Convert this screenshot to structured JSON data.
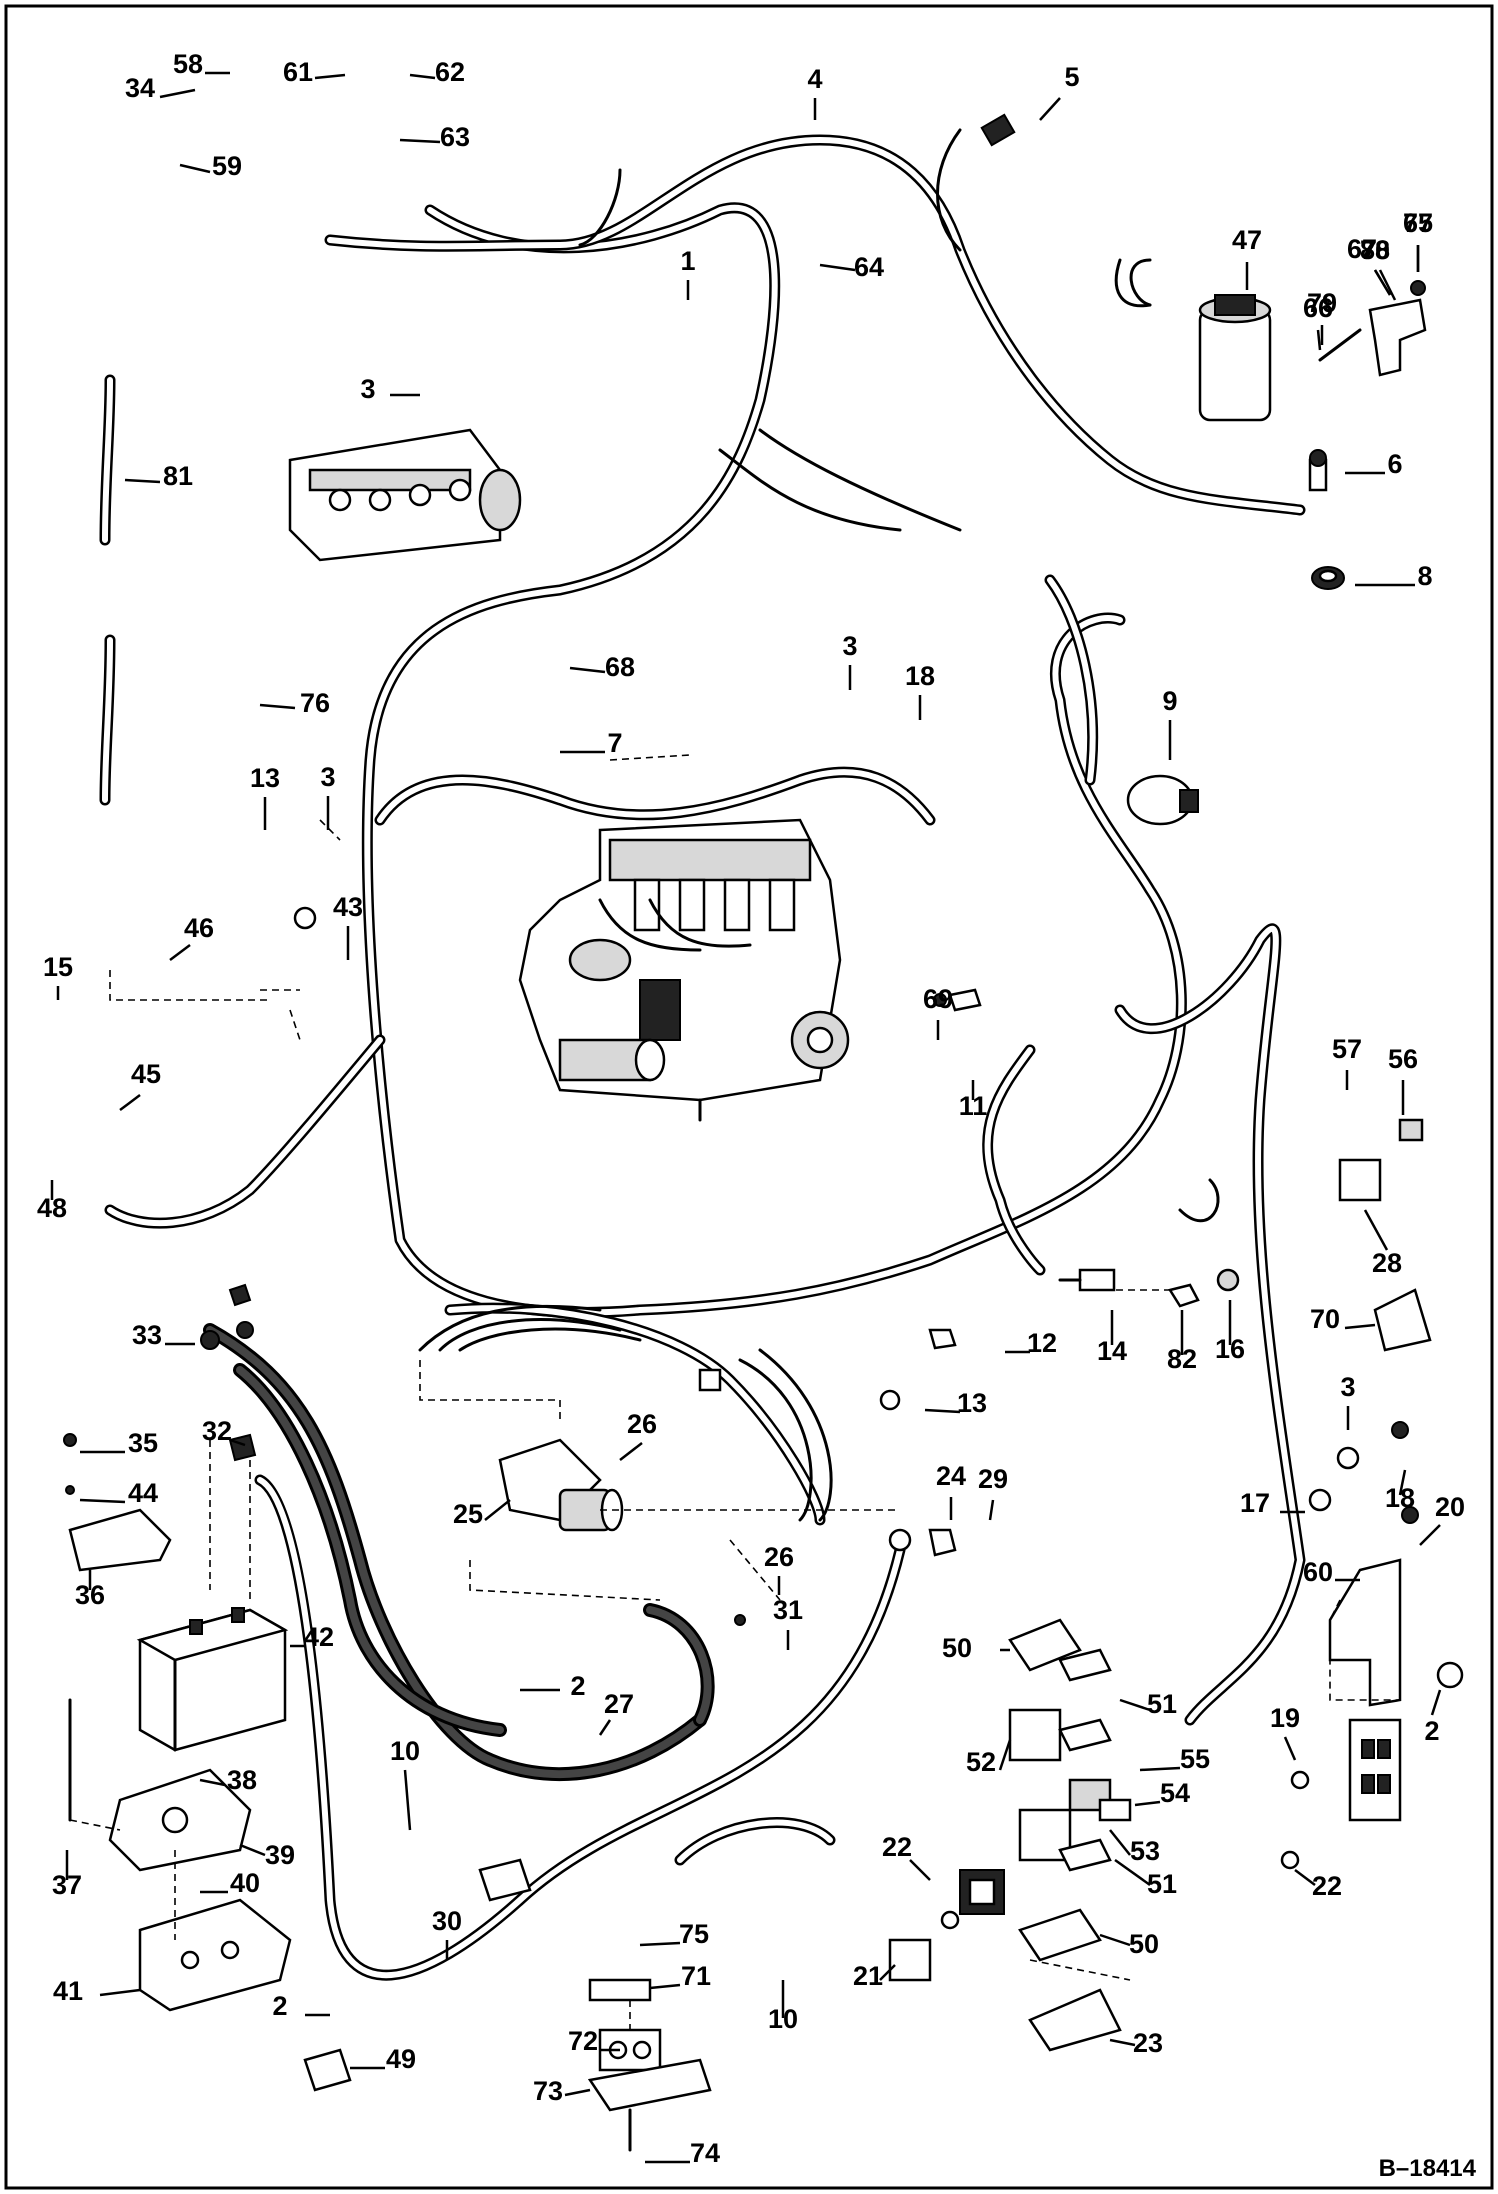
{
  "drawing_id": "B–18414",
  "callouts": [
    {
      "label": "1"
    },
    {
      "label": "2"
    },
    {
      "label": "2"
    },
    {
      "label": "2"
    },
    {
      "label": "3"
    },
    {
      "label": "3"
    },
    {
      "label": "3"
    },
    {
      "label": "3"
    },
    {
      "label": "4"
    },
    {
      "label": "5"
    },
    {
      "label": "6"
    },
    {
      "label": "7"
    },
    {
      "label": "8"
    },
    {
      "label": "9"
    },
    {
      "label": "10"
    },
    {
      "label": "10"
    },
    {
      "label": "11"
    },
    {
      "label": "12"
    },
    {
      "label": "13"
    },
    {
      "label": "13"
    },
    {
      "label": "14"
    },
    {
      "label": "15"
    },
    {
      "label": "16"
    },
    {
      "label": "17"
    },
    {
      "label": "18"
    },
    {
      "label": "18"
    },
    {
      "label": "19"
    },
    {
      "label": "20"
    },
    {
      "label": "21"
    },
    {
      "label": "22"
    },
    {
      "label": "22"
    },
    {
      "label": "23"
    },
    {
      "label": "24"
    },
    {
      "label": "25"
    },
    {
      "label": "26"
    },
    {
      "label": "26"
    },
    {
      "label": "27"
    },
    {
      "label": "28"
    },
    {
      "label": "29"
    },
    {
      "label": "30"
    },
    {
      "label": "31"
    },
    {
      "label": "32"
    },
    {
      "label": "33"
    },
    {
      "label": "34"
    },
    {
      "label": "35"
    },
    {
      "label": "36"
    },
    {
      "label": "37"
    },
    {
      "label": "38"
    },
    {
      "label": "39"
    },
    {
      "label": "40"
    },
    {
      "label": "41"
    },
    {
      "label": "42"
    },
    {
      "label": "43"
    },
    {
      "label": "44"
    },
    {
      "label": "45"
    },
    {
      "label": "46"
    },
    {
      "label": "47"
    },
    {
      "label": "48"
    },
    {
      "label": "49"
    },
    {
      "label": "50"
    },
    {
      "label": "50"
    },
    {
      "label": "51"
    },
    {
      "label": "51"
    },
    {
      "label": "52"
    },
    {
      "label": "53"
    },
    {
      "label": "54"
    },
    {
      "label": "55"
    },
    {
      "label": "56"
    },
    {
      "label": "57"
    },
    {
      "label": "58"
    },
    {
      "label": "59"
    },
    {
      "label": "60"
    },
    {
      "label": "61"
    },
    {
      "label": "62"
    },
    {
      "label": "63"
    },
    {
      "label": "64"
    },
    {
      "label": "65"
    },
    {
      "label": "66"
    },
    {
      "label": "67"
    },
    {
      "label": "68"
    },
    {
      "label": "69"
    },
    {
      "label": "70"
    },
    {
      "label": "71"
    },
    {
      "label": "72"
    },
    {
      "label": "73"
    },
    {
      "label": "74"
    },
    {
      "label": "75"
    },
    {
      "label": "76"
    },
    {
      "label": "77"
    },
    {
      "label": "78"
    },
    {
      "label": "79"
    },
    {
      "label": "80"
    },
    {
      "label": "81"
    },
    {
      "label": "82"
    }
  ]
}
